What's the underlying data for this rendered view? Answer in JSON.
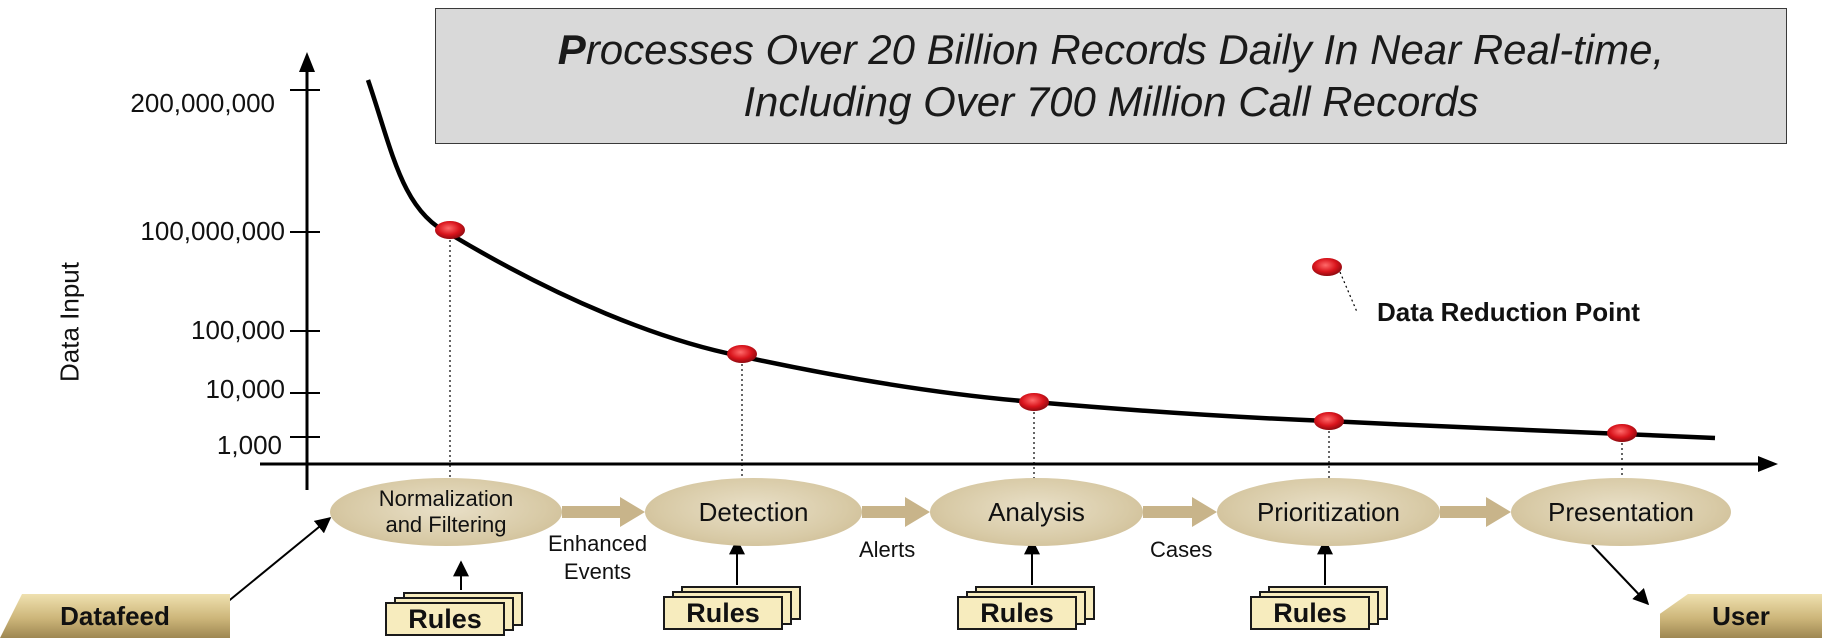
{
  "title": {
    "line1_cap": "P",
    "line1_rest": "rocesses Over 20 Billion Records Daily In Near Real-time,",
    "line2": "Including Over 700 Million Call Records"
  },
  "y_axis": {
    "title": "Data Input",
    "ticks": [
      "200,000,000",
      "100,000,000",
      "100,000",
      "10,000",
      "1,000"
    ]
  },
  "legend": {
    "label": "Data Reduction Point",
    "marker_color": "#d9141c"
  },
  "stages": [
    {
      "name": "Normalization and Filtering",
      "line1": "Normalization",
      "line2": "and Filtering"
    },
    {
      "name": "Detection"
    },
    {
      "name": "Analysis"
    },
    {
      "name": "Prioritization"
    },
    {
      "name": "Presentation"
    }
  ],
  "flows": [
    {
      "line1": "Enhanced",
      "line2": "Events"
    },
    {
      "line1": "Alerts"
    },
    {
      "line1": "Cases"
    }
  ],
  "rules_label": "Rules",
  "input": "Datafeed",
  "output": "User",
  "colors": {
    "stage_fill": "#d8caa6",
    "arrow": "#c8b48a",
    "point": "#d9141c",
    "title_bg": "#d9d9d9"
  }
}
